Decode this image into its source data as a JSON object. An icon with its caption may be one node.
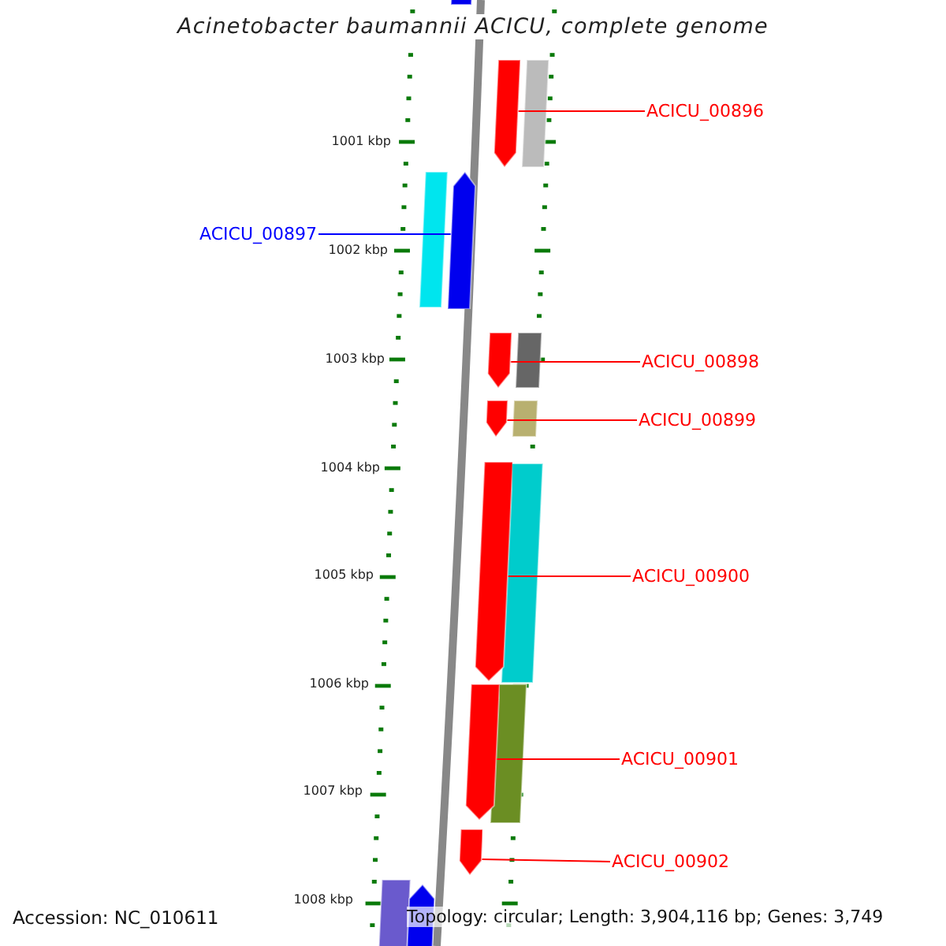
{
  "diagram": {
    "title": "Acinetobacter baumannii ACICU, complete genome",
    "nodes": [
      {
        "text": [
          "ACICU_00896"
        ]
      },
      {
        "text": [
          "ACICU_00897"
        ]
      },
      {
        "text": [
          "ACICU_00898"
        ]
      },
      {
        "text": [
          "ACICU_00899"
        ]
      },
      {
        "text": [
          "ACICU_00900"
        ]
      },
      {
        "text": [
          "ACICU_00901"
        ]
      },
      {
        "text": [
          "ACICU_00902"
        ]
      },
      {
        "text": [],
        "shape": "bar"
      },
      {
        "text": [],
        "shape": "bar"
      },
      {
        "text": [],
        "shape": "bar"
      },
      {
        "text": [],
        "shape": "bar"
      },
      {
        "text": [],
        "shape": "bar"
      },
      {
        "text": [],
        "shape": "bar"
      },
      {
        "text": [],
        "shape": "bar"
      }
    ],
    "edges": [
      {
        "from": 0,
        "to": 7,
        "arrow": "none",
        "color": "#ff0000"
      },
      {
        "from": 1,
        "to": 8,
        "arrow": "none",
        "color": "#0000ff"
      },
      {
        "from": 2,
        "to": 9,
        "arrow": "none",
        "color": "#ff0000"
      },
      {
        "from": 3,
        "to": 10,
        "arrow": "none",
        "color": "#ff0000"
      },
      {
        "from": 4,
        "to": 11,
        "arrow": "none",
        "color": "#ff0000"
      },
      {
        "from": 5,
        "to": 12,
        "arrow": "none",
        "color": "#ff0000"
      },
      {
        "from": 6,
        "to": 13,
        "arrow": "none",
        "color": "#ff0000"
      }
    ],
    "labels": [
      "1001 kbp",
      "1002 kbp",
      "1003 kbp",
      "1004 kbp",
      "1005 kbp",
      "1006 kbp",
      "1007 kbp",
      "1008 kbp",
      "Accession: NC_010611",
      "Topology: circular; Length: 3,904,116 bp; Genes: 3,749"
    ]
  }
}
